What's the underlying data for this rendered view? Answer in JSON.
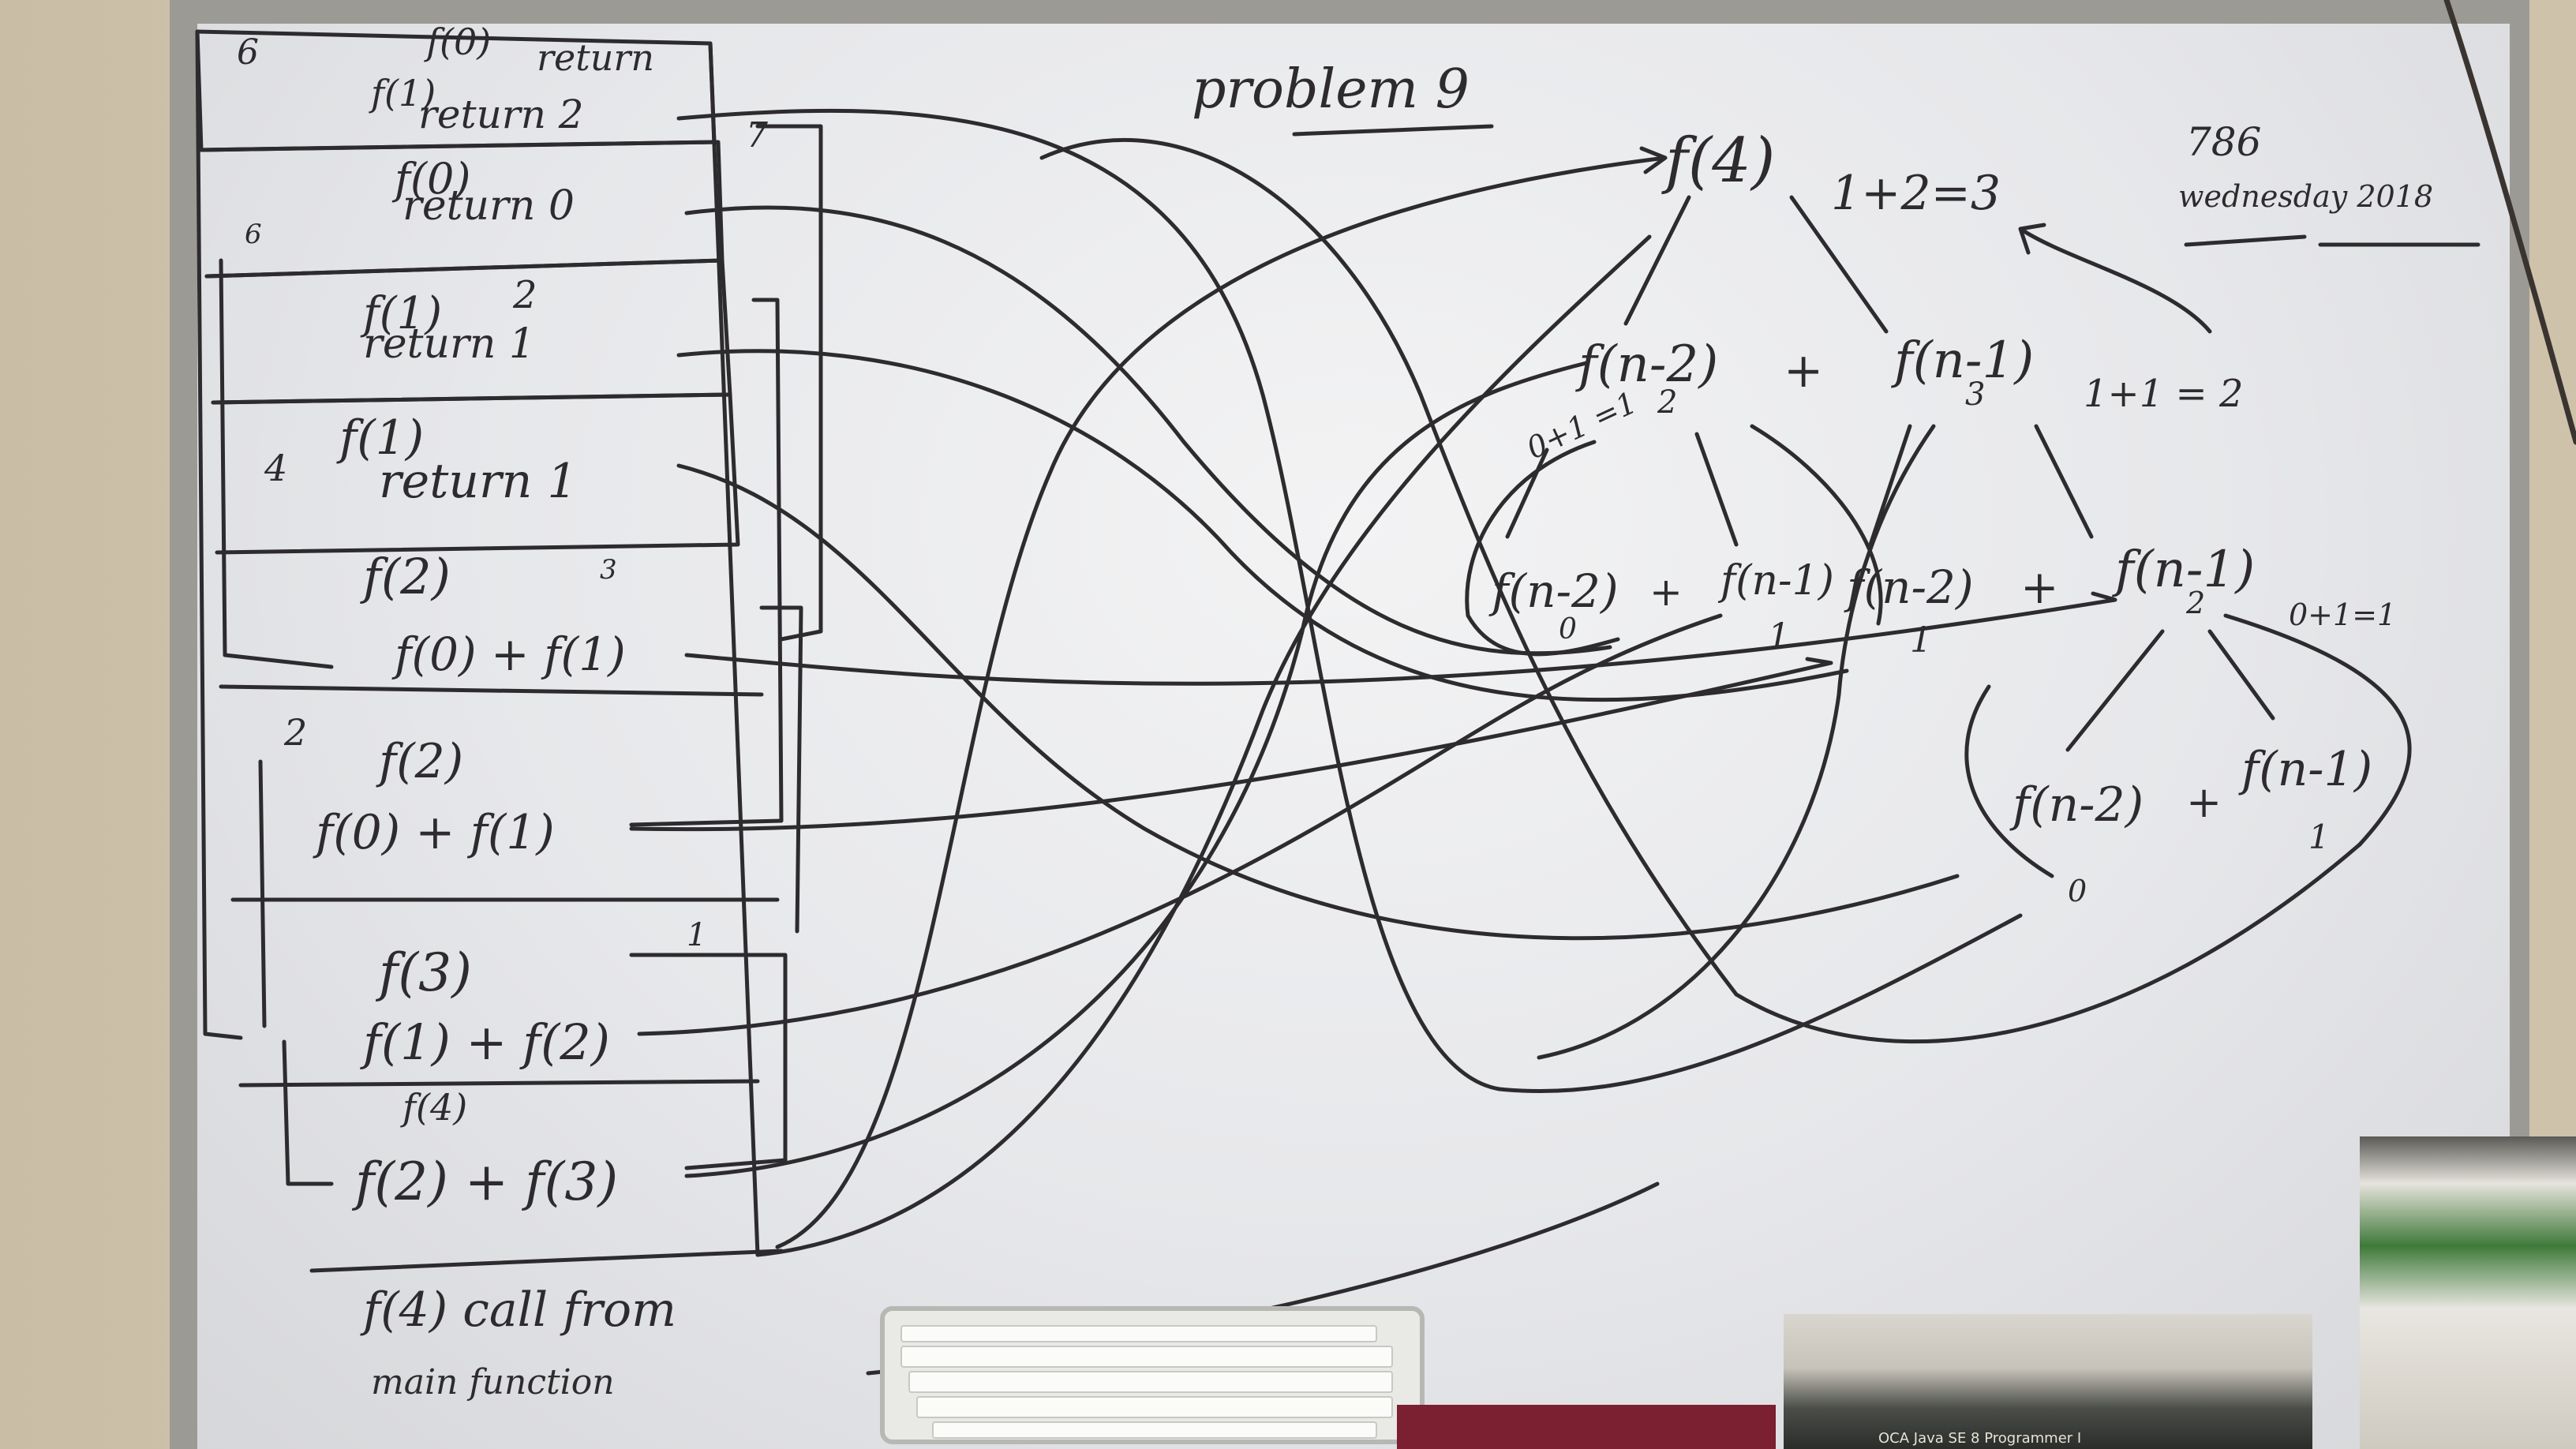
{
  "whiteboard": {
    "problem_title": "problem 9",
    "date_line1": "786",
    "date_line2": "wednesday 2018",
    "call_stack": [
      {
        "num": "6",
        "call": "f(0)",
        "ret": "return"
      },
      {
        "call": "f(1)",
        "ret": "return 2",
        "num": "7"
      },
      {
        "num": "6",
        "call": "f(0)",
        "ret": "return 0"
      },
      {
        "call": "f(1)",
        "ret": "return 1",
        "num": "2"
      },
      {
        "num": "4",
        "call": "f(1)",
        "ret": "return 1"
      },
      {
        "call": "f(2)",
        "expr": "f(0) + f(1)",
        "num": "3"
      },
      {
        "num": "2",
        "call": "f(2)",
        "expr": "f(0) + f(1)"
      },
      {
        "call": "f(3)",
        "expr": "f(1) + f(2)",
        "num": "1"
      },
      {
        "call": "f(4)",
        "expr": "f(2) + f(3)"
      }
    ],
    "main_call": "f(4)  call from",
    "main_call2": "main function",
    "tree": {
      "root": "f(4)",
      "root_sum": "1+2=3",
      "l1_left": "f(n-2)",
      "l1_left_val": "2",
      "plus": "+",
      "l1_right": "f(n-1)",
      "l1_right_val": "3",
      "l1_note": "0+1 =1",
      "l1_right_note": "1+1 = 2",
      "l2a_left": "f(n-2)",
      "l2a_left_val": "0",
      "l2a_right": "f(n-1)",
      "l2a_right_val": "1",
      "l2b_left": "f(n-2)",
      "l2b_left_val": "1",
      "l2b_right": "f(n-1)",
      "l2b_right_val": "2",
      "l2b_note": "0+1=1",
      "l3_left": "f(n-2)",
      "l3_left_val": "0",
      "l3_right": "f(n-1)",
      "l3_right_val": "1"
    }
  },
  "book_label": "OCA Java SE 8 Programmer I",
  "colors": {
    "board": "#ebebed",
    "ink": "#2d2b2e",
    "wall": "#cfc2aa",
    "frame": "#9c9a94"
  }
}
